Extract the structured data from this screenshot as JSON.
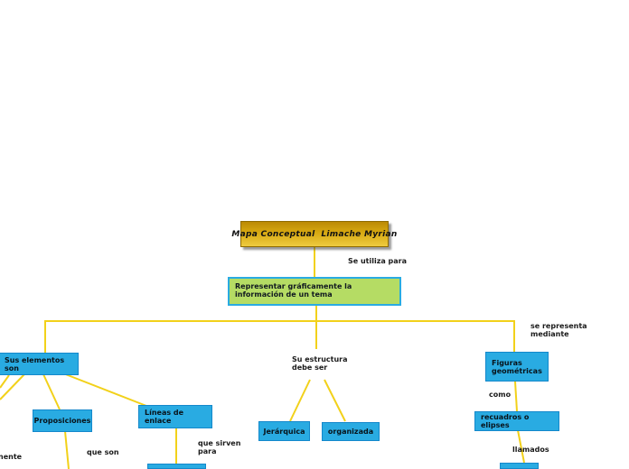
{
  "title": {
    "label": "Mapa Conceptual  Limache Myrian"
  },
  "nodes": {
    "main_idea": {
      "label": "Representar gráficamente la información de un tema"
    },
    "elements": {
      "label": "Sus elementos son"
    },
    "figures": {
      "label": "Figuras geométricas"
    },
    "proposiciones": {
      "label": "Proposiciones"
    },
    "lineas_enlace": {
      "label": "Líneas de enlace"
    },
    "jerarquica": {
      "label": "Jerárquica"
    },
    "organizada": {
      "label": "organizada"
    },
    "recuadros": {
      "label": "recuadros o elipses"
    }
  },
  "link_labels": {
    "se_utiliza_para": "Se utiliza para",
    "se_representa_mediante": "se representa mediante",
    "su_estructura_debe_ser": "Su estructura debe ser",
    "como": "como",
    "que_son": "que son",
    "que_sirven_para": "que sirven para",
    "llamados": "llamados",
    "nente_cutoff": "nente"
  },
  "colors": {
    "connector_yellow": "#F2D11A",
    "node_blue_fill": "#29ABE2",
    "node_blue_border": "#1488CB",
    "definition_green_fill": "#B5DC64",
    "definition_green_border": "#29ABE2",
    "title_gold_dark": "#BB8A04",
    "title_gold_light": "#EECB40",
    "background": "#FFFFFF"
  }
}
